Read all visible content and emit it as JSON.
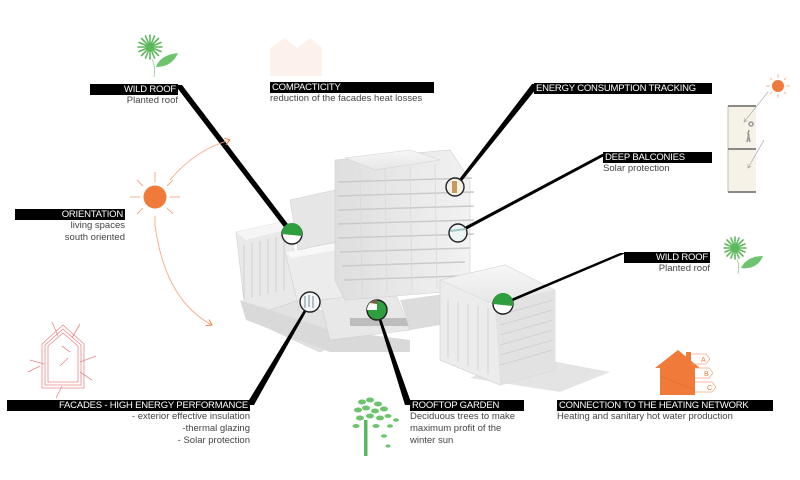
{
  "title": "Building sustainability features diagram",
  "colors": {
    "accent_orange": "#f07a3a",
    "leaf_green": "#5cb85c",
    "marker_green": "#2e9e3e",
    "label_bar": "#000000",
    "building": "#efefef"
  },
  "callouts": [
    {
      "id": "wild-roof-left",
      "title": "WILD ROOF",
      "lines": [
        "Planted roof"
      ],
      "icon": "flower-leaf-icon"
    },
    {
      "id": "compacticity",
      "title": "COMPACTICITY",
      "lines": [
        "reduction of the facades heat losses"
      ],
      "icon": "compact-house-icon"
    },
    {
      "id": "energy-tracking",
      "title": "ENERGY CONSUMPTION TRACKING",
      "lines": [],
      "icon": "balcony-section-icon"
    },
    {
      "id": "deep-balconies",
      "title": "DEEP BALCONIES",
      "lines": [
        "Solar protection"
      ],
      "icon": "sun-icon"
    },
    {
      "id": "orientation",
      "title": "ORIENTATION",
      "lines": [
        "living spaces",
        "south oriented"
      ],
      "icon": "sun-path-icon"
    },
    {
      "id": "wild-roof-right",
      "title": "WILD ROOF",
      "lines": [
        "Planted roof"
      ],
      "icon": "flower-leaf-icon"
    },
    {
      "id": "facades",
      "title": "FACADES - HIGH ENERGY PERFORMANCE",
      "lines": [
        "- exterior effective insulation",
        "-thermal glazing",
        "- Solar protection"
      ],
      "icon": "insulated-house-icon"
    },
    {
      "id": "rooftop-garden",
      "title": "ROOFTOP GARDEN",
      "lines": [
        "Deciduous trees to make",
        "maximum profit of the",
        "winter sun"
      ],
      "icon": "deciduous-tree-icon"
    },
    {
      "id": "heating-network",
      "title": "CONNECTION TO THE HEATING NETWORK",
      "lines": [
        "Heating and sanitary hot water production"
      ],
      "icon": "energy-rating-house-icon"
    }
  ],
  "energy_rating_labels": [
    "A",
    "B",
    "C"
  ]
}
